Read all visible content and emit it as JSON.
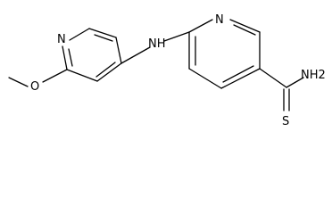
{
  "molecule": {
    "atom_labels": {
      "n_ring_left": "N",
      "nh_link": "NH",
      "n_ring_right": "N",
      "amide_nh2": "NH2",
      "ome_o": "O",
      "thio_s": "S"
    }
  },
  "colors": {
    "bond": "#000000",
    "text": "#000000",
    "background": "#ffffff"
  }
}
